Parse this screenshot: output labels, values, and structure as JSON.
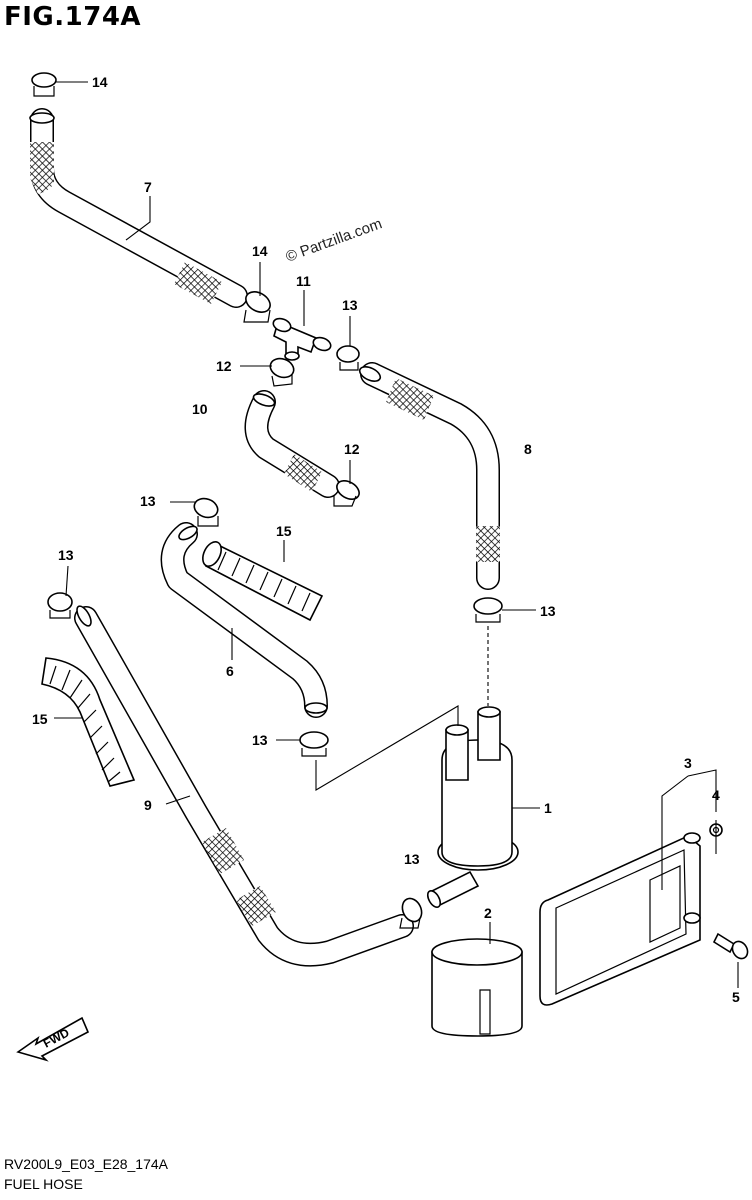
{
  "figure": {
    "title": "FIG.174A",
    "code": "RV200L9_E03_E28_174A",
    "name": "FUEL HOSE",
    "watermark": "© Partzilla.com",
    "direction_label": "FWD"
  },
  "callouts": [
    "1",
    "2",
    "3",
    "4",
    "5",
    "6",
    "7",
    "8",
    "9",
    "10",
    "11",
    "12",
    "13",
    "14",
    "15"
  ],
  "parts": [
    {
      "ref": "1",
      "kind": "fuel-filter"
    },
    {
      "ref": "2",
      "kind": "filter-holder"
    },
    {
      "ref": "3",
      "kind": "filter-bracket"
    },
    {
      "ref": "4",
      "kind": "nut"
    },
    {
      "ref": "5",
      "kind": "bolt"
    },
    {
      "ref": "6",
      "kind": "hose"
    },
    {
      "ref": "7",
      "kind": "hose"
    },
    {
      "ref": "8",
      "kind": "hose"
    },
    {
      "ref": "9",
      "kind": "hose"
    },
    {
      "ref": "10",
      "kind": "hose"
    },
    {
      "ref": "11",
      "kind": "t-joint"
    },
    {
      "ref": "12",
      "kind": "clamp"
    },
    {
      "ref": "13",
      "kind": "clamp"
    },
    {
      "ref": "14",
      "kind": "clamp"
    },
    {
      "ref": "15",
      "kind": "protector"
    }
  ],
  "colors": {
    "line": "#000000",
    "background": "#ffffff",
    "mesh": "#000000"
  }
}
